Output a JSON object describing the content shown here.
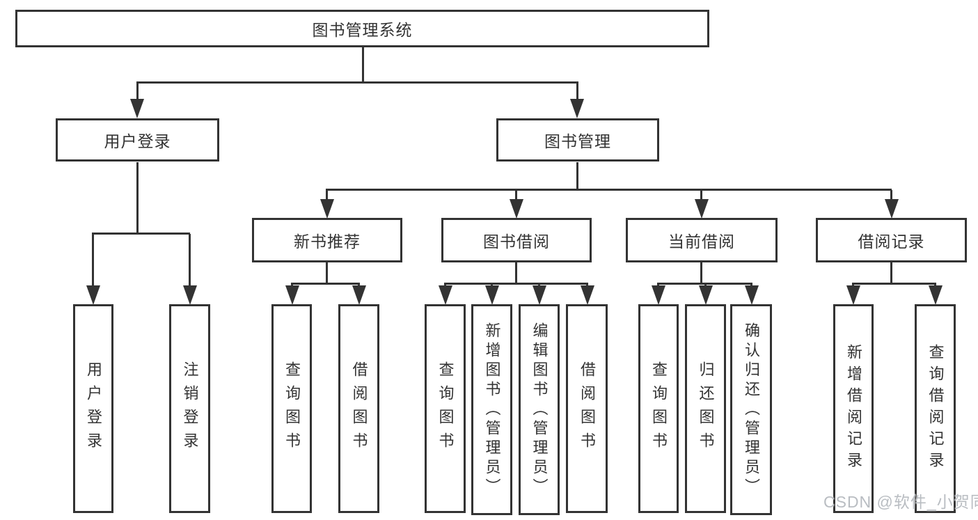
{
  "diagram": {
    "type": "hierarchy-tree",
    "colors": {
      "line": "#333333",
      "box_border": "#333333",
      "box_bg": "#ffffff",
      "text": "#333333",
      "watermark": "#b9bdc2",
      "background": "#ffffff"
    },
    "nodes": {
      "root": {
        "label": "图书管理系统"
      },
      "user_login": {
        "label": "用户登录"
      },
      "book_mgmt": {
        "label": "图书管理"
      },
      "new_book_rec": {
        "label": "新书推荐"
      },
      "book_borrow": {
        "label": "图书借阅"
      },
      "current_borrow": {
        "label": "当前借阅"
      },
      "borrow_record": {
        "label": "借阅记录"
      },
      "leaf_user_login": {
        "label": "用户登录"
      },
      "leaf_logout": {
        "label": "注销登录"
      },
      "leaf_query_book_rec": {
        "label": "查询图书"
      },
      "leaf_borrow_book_rec": {
        "label": "借阅图书"
      },
      "leaf_query_book_borrow": {
        "label": "查询图书"
      },
      "leaf_add_book": {
        "label": "新增图书（管理员）"
      },
      "leaf_edit_book": {
        "label": "编辑图书（管理员）"
      },
      "leaf_borrow_book": {
        "label": "借阅图书"
      },
      "leaf_query_book_current": {
        "label": "查询图书"
      },
      "leaf_return_book": {
        "label": "归还图书"
      },
      "leaf_confirm_return": {
        "label": "确认归还（管理员）"
      },
      "leaf_add_record": {
        "label": "新增借阅记录"
      },
      "leaf_query_record": {
        "label": "查询借阅记录"
      }
    },
    "hierarchy": {
      "label": "图书管理系统",
      "children": [
        {
          "label": "用户登录",
          "children": [
            "用户登录",
            "注销登录"
          ]
        },
        {
          "label": "图书管理",
          "children": [
            {
              "label": "新书推荐",
              "children": [
                "查询图书",
                "借阅图书"
              ]
            },
            {
              "label": "图书借阅",
              "children": [
                "查询图书",
                "新增图书（管理员）",
                "编辑图书（管理员）",
                "借阅图书"
              ]
            },
            {
              "label": "当前借阅",
              "children": [
                "查询图书",
                "归还图书",
                "确认归还（管理员）"
              ]
            },
            {
              "label": "借阅记录",
              "children": [
                "新增借阅记录",
                "查询借阅记录"
              ]
            }
          ]
        }
      ]
    },
    "watermark": "CSDN @软件_小贺同学"
  }
}
